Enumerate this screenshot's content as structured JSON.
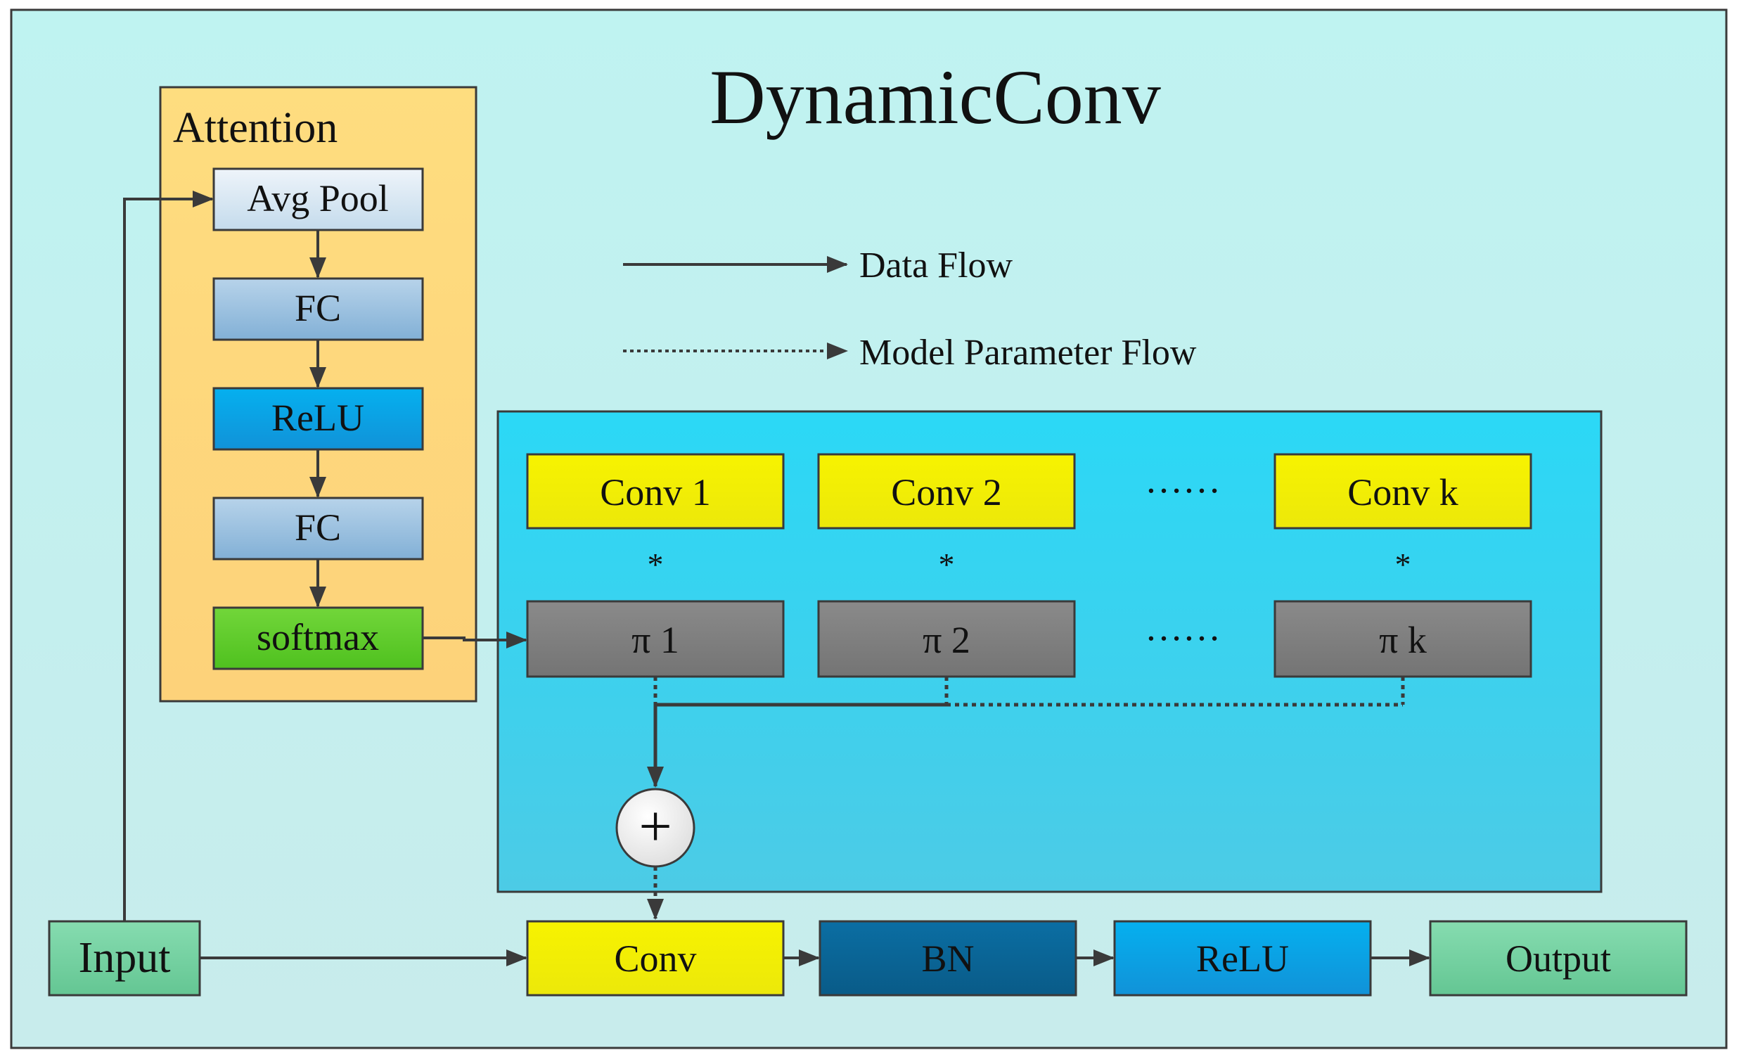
{
  "title": "DynamicConv",
  "attention": {
    "label": "Attention",
    "blocks": [
      "Avg Pool",
      "FC",
      "ReLU",
      "FC",
      "softmax"
    ]
  },
  "legend": {
    "data_flow": "Data Flow",
    "param_flow": "Model Parameter Flow"
  },
  "kernels": {
    "convs": [
      "Conv 1",
      "Conv 2",
      "Conv k"
    ],
    "pis": [
      "π 1",
      "π 2",
      "π k"
    ],
    "ellipsis": "……",
    "multiply": "*",
    "sum_symbol": "+"
  },
  "pipeline": {
    "input": "Input",
    "conv": "Conv",
    "bn": "BN",
    "relu": "ReLU",
    "output": "Output"
  },
  "colors": {
    "background": "#c2f0ef",
    "attention_panel": "#fdd97a",
    "kernel_panel": "#2fd5f2",
    "yellow_block": "#f3ef04",
    "gray_block": "#808080",
    "green_block": "#5fcb2a",
    "relu_blue": "#1596dc",
    "bn_navy": "#0a6496",
    "io_green": "#74d3a2"
  }
}
